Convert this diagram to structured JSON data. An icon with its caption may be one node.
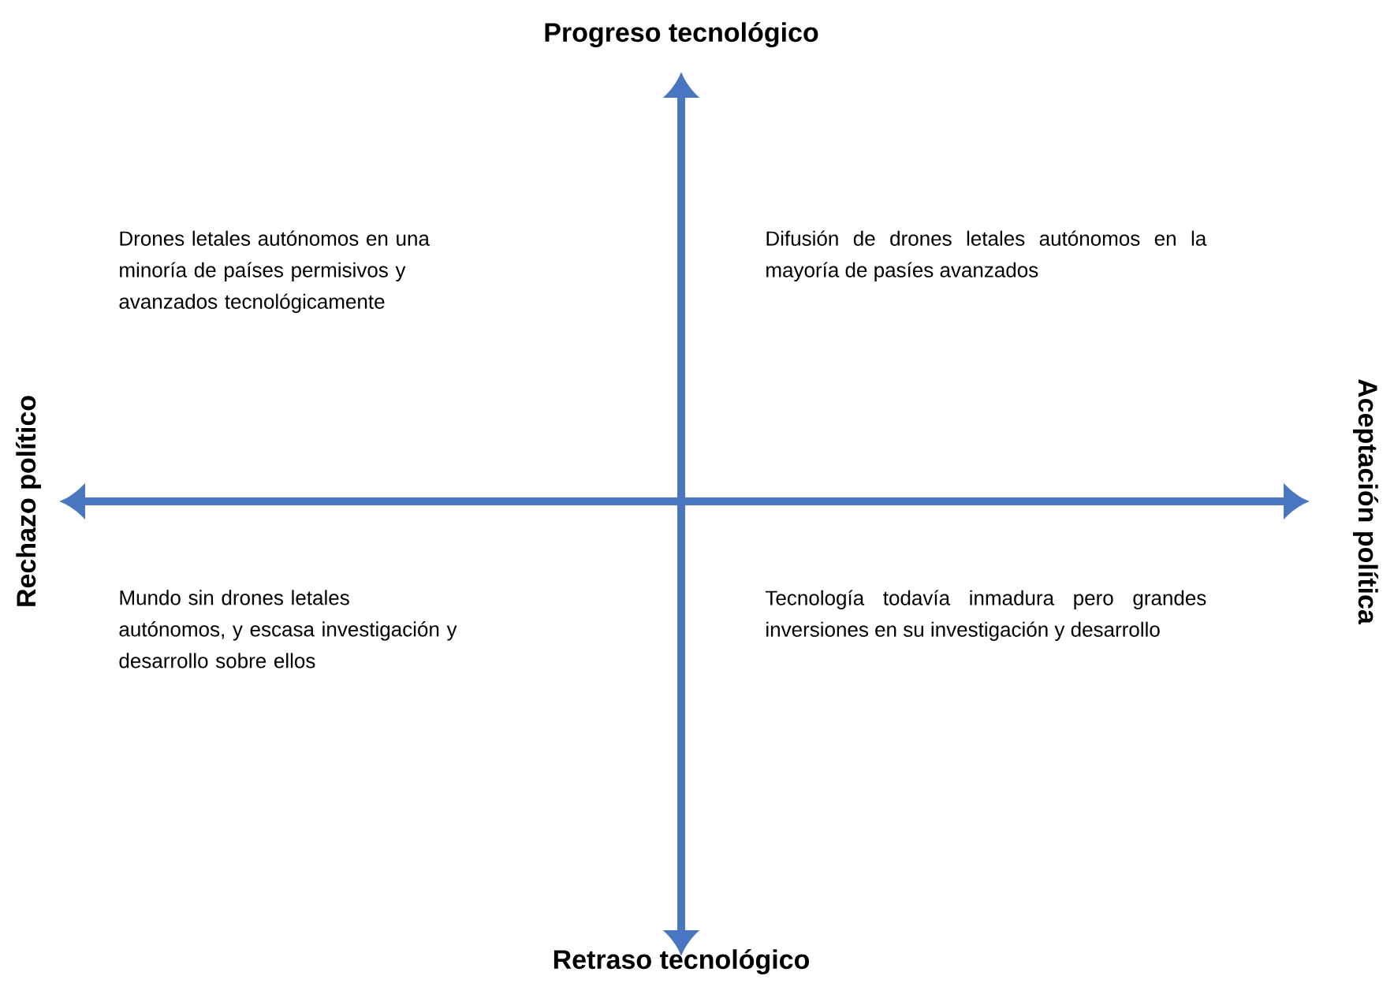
{
  "diagram": {
    "labels": [
      "Progreso tecnológico",
      "Drones letales autónomos en una minoría de países permisivos y avanzados tecnológicamente",
      "Difusión de drones letales autónomos en la mayoría de pasíes avanzados",
      "Rechazo político",
      "Aceptación política",
      "Mundo sin drones letales autónomos, y escasa investigación y desarrollo sobre ellos",
      "Tecnología todavía inmadura pero grandes inversiones en su investigación y desarrollo",
      "Retraso tecnológico"
    ]
  }
}
